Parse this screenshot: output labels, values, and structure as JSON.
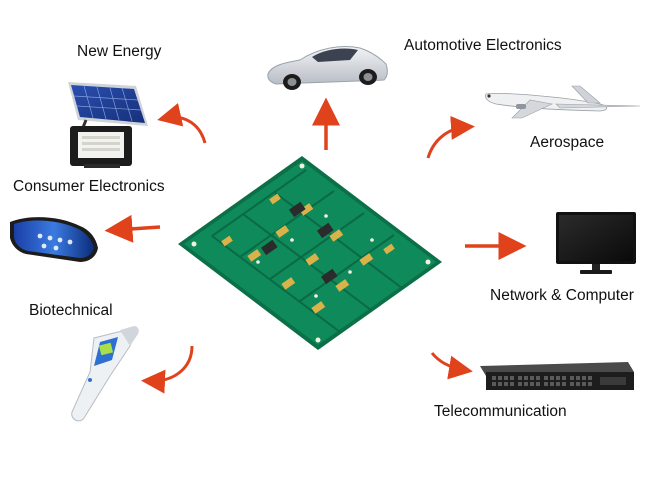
{
  "center": {
    "name": "PCB"
  },
  "applications": [
    {
      "id": "new-energy",
      "label": "New Energy",
      "icon": "solar-panel-floodlight-icon"
    },
    {
      "id": "automotive",
      "label": "Automotive Electronics",
      "icon": "car-icon"
    },
    {
      "id": "aerospace",
      "label": "Aerospace",
      "icon": "airplane-icon"
    },
    {
      "id": "consumer",
      "label": "Consumer Electronics",
      "icon": "foldable-phone-icon"
    },
    {
      "id": "network",
      "label": "Network & Computer",
      "icon": "monitor-icon"
    },
    {
      "id": "biotechnical",
      "label": "Biotechnical",
      "icon": "thermometer-gun-icon"
    },
    {
      "id": "telecom",
      "label": "Telecommunication",
      "icon": "network-switch-icon"
    }
  ],
  "colors": {
    "arrow": "#e0421c",
    "pcb_green": "#0f8a5a",
    "pcb_dark": "#0a6a44",
    "pad_gold": "#d9b24a"
  }
}
